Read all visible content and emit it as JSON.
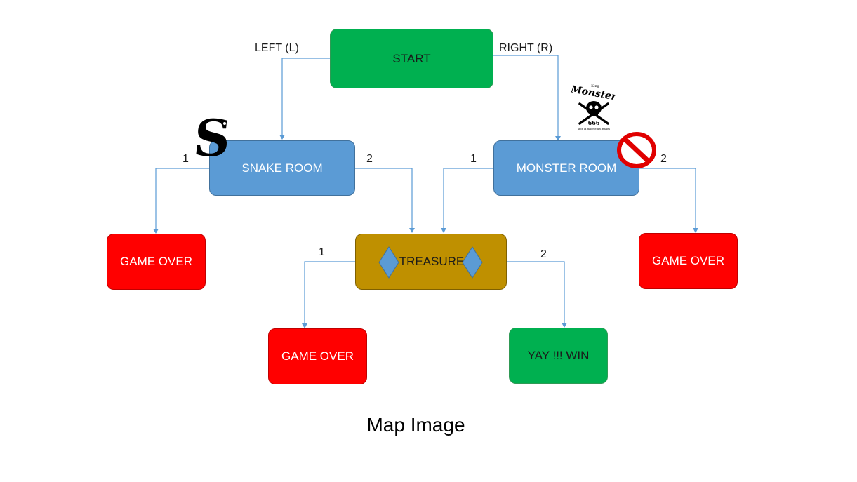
{
  "nodes": {
    "start": "START",
    "snake_room": "SNAKE ROOM",
    "monster_room": "MONSTER ROOM",
    "treasure": "TREASURE",
    "game_over_left": "GAME OVER",
    "game_over_right": "GAME OVER",
    "game_over_bottom": "GAME OVER",
    "win": "YAY !!! WIN"
  },
  "edges": {
    "left": "LEFT (L)",
    "right": "RIGHT (R)",
    "snake_1": "1",
    "snake_2": "2",
    "monster_1": "1",
    "monster_2": "2",
    "treasure_1": "1",
    "treasure_2": "2"
  },
  "monster_logo": {
    "top_text": "King",
    "name": "Monster",
    "number": "666",
    "motto": "ante la muerte del Hades"
  },
  "caption": "Map Image",
  "colors": {
    "start": "#00b050",
    "room": "#5b9bd5",
    "game_over": "#ff0000",
    "win": "#00b050",
    "treasure": "#bf9000",
    "connector": "#5b9bd5"
  },
  "icons": [
    "snake-s-icon",
    "monster-skull-icon",
    "prohibited-icon",
    "diamond-icon"
  ]
}
